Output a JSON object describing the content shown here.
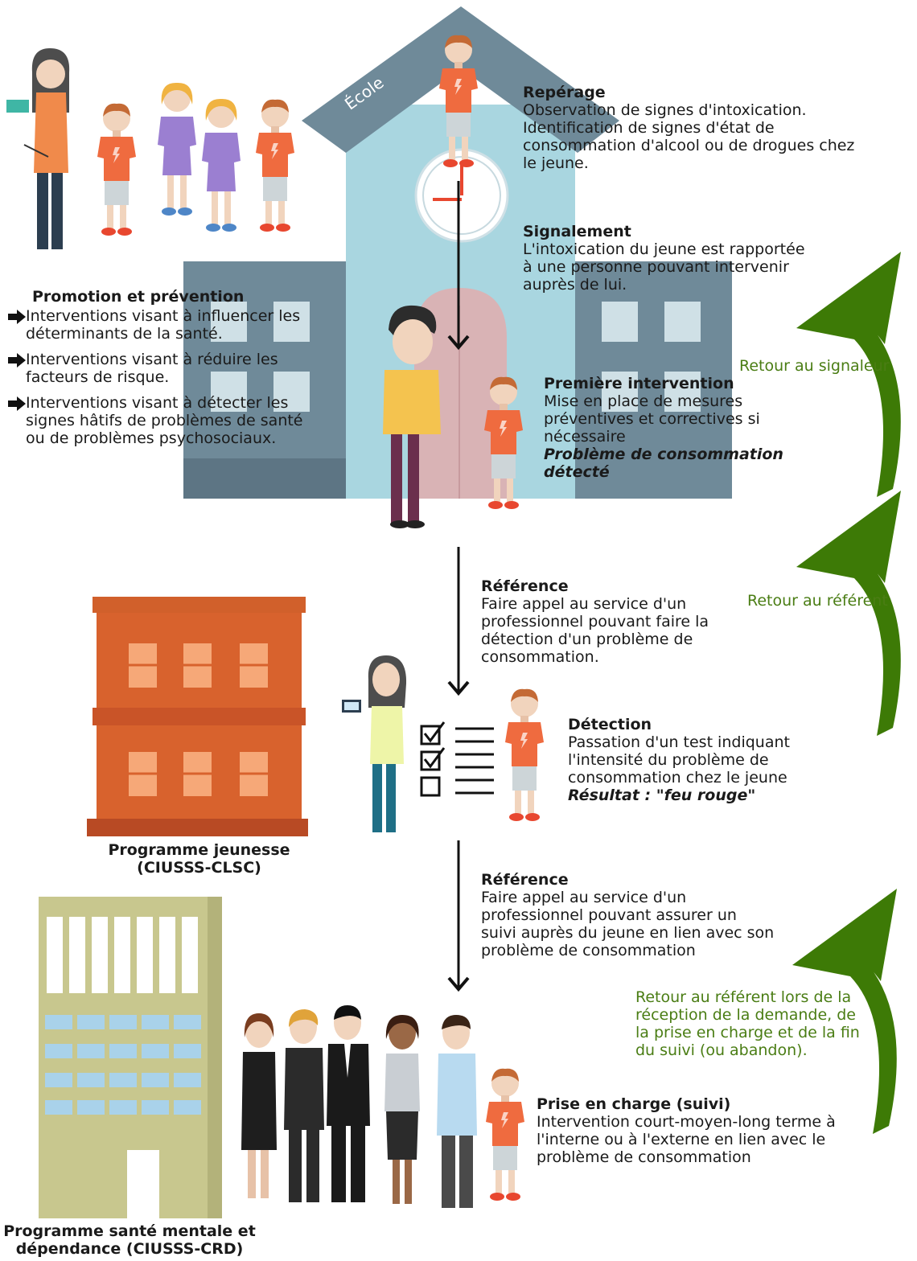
{
  "school": {
    "roof_label": "École"
  },
  "reperage": {
    "title": "Repérage",
    "lines": [
      "Observation de signes d'intoxication.",
      "Identification de signes d'état de",
      "consommation d'alcool ou de drogues chez",
      "le jeune."
    ]
  },
  "signalement": {
    "title": "Signalement",
    "lines": [
      "L'intoxication du jeune est rapportée",
      "à une personne pouvant intervenir",
      "auprès de lui."
    ]
  },
  "promotion": {
    "title": "Promotion et prévention",
    "items": [
      {
        "lines": [
          "Interventions visant à influencer les",
          "déterminants de la santé."
        ]
      },
      {
        "lines": [
          "Interventions visant à réduire les",
          "facteurs de risque."
        ]
      },
      {
        "lines": [
          "Interventions visant à détecter les",
          "signes hâtifs de problèmes de santé",
          "ou de problèmes psychosociaux."
        ]
      }
    ]
  },
  "premiere": {
    "title": "Première intervention",
    "lines": [
      "Mise en place de mesures",
      "préventives et correctives si",
      "nécessaire"
    ],
    "italic": [
      "Problème de consommation",
      "détecté"
    ]
  },
  "reference1": {
    "title": "Référence",
    "lines": [
      "Faire appel au service d'un",
      "professionnel pouvant faire la",
      "détection d'un problème de",
      "consommation."
    ]
  },
  "detection": {
    "title": "Détection",
    "lines": [
      "Passation d'un test indiquant",
      "l'intensité du problème de",
      "consommation chez le jeune"
    ],
    "result": "Résultat :  \"feu rouge\""
  },
  "reference2": {
    "title": "Référence",
    "lines": [
      "Faire appel au service d'un",
      "professionnel pouvant assurer un",
      "suivi auprès du jeune en lien avec son",
      "problème de consommation"
    ]
  },
  "prise": {
    "title": "Prise en charge (suivi)",
    "lines": [
      "Intervention court-moyen-long terme à",
      "l'interne ou à l'externe en lien avec le",
      "problème de consommation"
    ]
  },
  "feedback": {
    "signaleur": "Retour au signaleur",
    "referent": "Retour au référent",
    "referent_long": [
      "Retour au référent lors de la",
      "réception de la demande, de",
      "la prise en charge et de la fin",
      "du suivi (ou abandon)."
    ]
  },
  "programs": {
    "jeunesse": [
      "Programme jeunesse",
      "(CIUSSS-CLSC)"
    ],
    "sante": [
      "Programme santé mentale et",
      "dépendance (CIUSSS-CRD)"
    ]
  },
  "colors": {
    "green": "#4a7d14",
    "arrow_green": "#3d7a06",
    "school": "#a9d6e0",
    "roof": "#6f8a99",
    "clsc": "#d1602b",
    "crd": "#c8c78e"
  }
}
